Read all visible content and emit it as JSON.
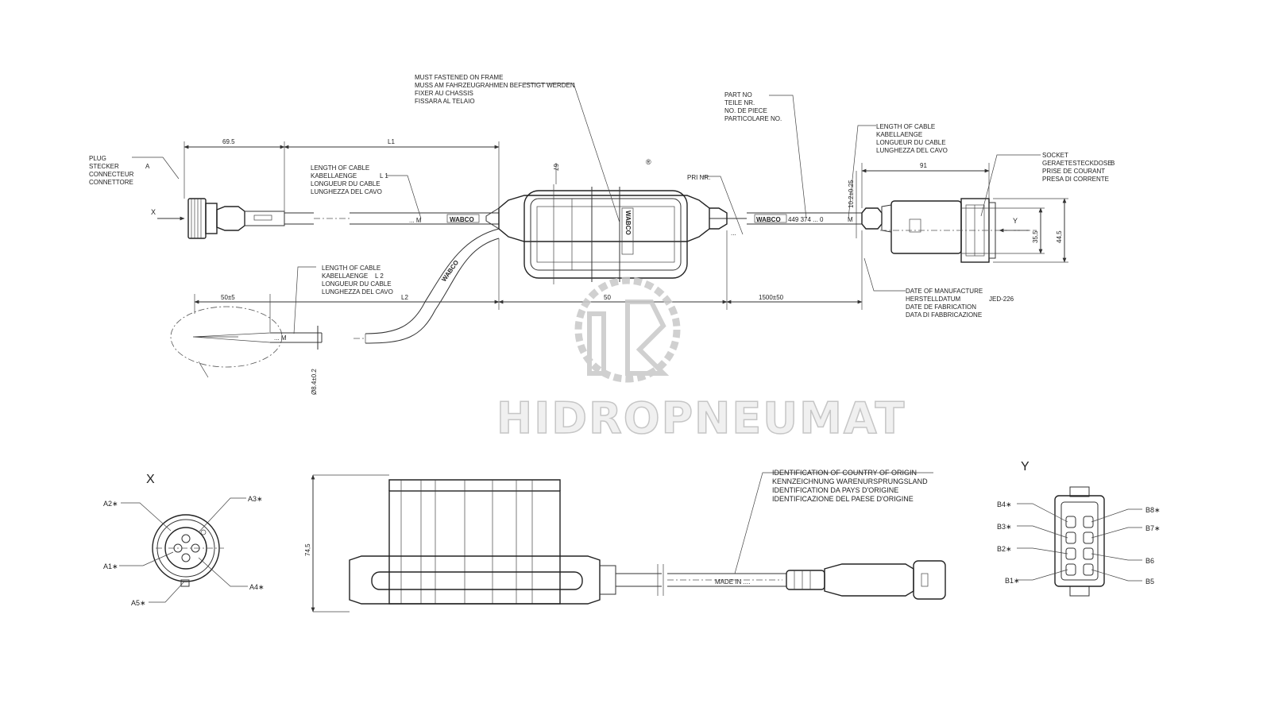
{
  "labels": {
    "plug": [
      "PLUG",
      "STECKER",
      "CONNECTEUR",
      "CONNETTORE"
    ],
    "plug_letter": "A",
    "must_fastened": [
      "MUST FASTENED ON FRAME",
      "MUSS AM FAHRZEUGRAHMEN BEFESTIGT WERDEN",
      "FIXER AU CHASSIS",
      "FISSARA AL TELAIO"
    ],
    "part_no": [
      "PART NO",
      "TEILE NR.",
      "NO. DE PIECE",
      "PARTICOLARE NO."
    ],
    "cable_length_l1": [
      "LENGTH OF CABLE",
      "KABELLAENGE",
      "LONGUEUR DU CABLE",
      "LUNGHEZZA DEL CAVO"
    ],
    "l1_tag": "L 1",
    "cable_length_l2": [
      "LENGTH OF CABLE",
      "KABELLAENGE",
      "LONGUEUR DU CABLE",
      "LUNGHEZZA DEL CAVO"
    ],
    "l2_tag": "L 2",
    "cable_length_right": [
      "LENGTH OF CABLE",
      "KABELLAENGE",
      "LONGUEUR DU CABLE",
      "LUNGHEZZA DEL CAVO"
    ],
    "socket": [
      "SOCKET",
      "GERAETESTECKDOSE",
      "PRISE DE COURANT",
      "PRESA DI CORRENTE"
    ],
    "socket_letter": "B",
    "date_manufacture": [
      "DATE OF MANUFACTURE",
      "HERSTELLDATUM",
      "DATE DE FABRICATION",
      "DATA DI FABBRICAZIONE"
    ],
    "date_code": "JED-226",
    "country_origin": [
      "IDENTIFICATION OF COUNTRY OF ORIGIN",
      "KENNZEICHNUNG WARENURSPRUNGSLAND",
      "IDENTIFICATION DA PAYS D'ORIGINE",
      "IDENTIFICAZIONE DEL PAESE D'ORIGINE"
    ],
    "made_in": "MADE IN ....",
    "pri_nr": "PRI NR.",
    "part_number_mark": "449 374 ... 0",
    "brand": "WABCO",
    "registered": "®",
    "m": "M",
    "dots_m": "... M",
    "dots": "...",
    "view_x": "X",
    "view_y": "Y",
    "arrow_x": "X",
    "arrow_y": "Y"
  },
  "dimensions": {
    "d_69_5": "69.5",
    "d_l1": "L1",
    "d_l2": "L2",
    "d_50_5": "50±5",
    "d_50": "50",
    "d_1500_50": "1500±50",
    "d_91": "91",
    "d_67": "67",
    "d_10_2": "10.2±0.25",
    "d_35_5": "35,5",
    "d_44_5": "44,5",
    "d_8_4": "Ø8.4±0.2",
    "d_74_5": "74,5"
  },
  "pins_x": [
    "A1∗",
    "A2∗",
    "A3∗",
    "A4∗",
    "A5∗"
  ],
  "pins_y_left": [
    "B4∗",
    "B3∗",
    "B2∗",
    "B1∗"
  ],
  "pins_y_right": [
    "B8∗",
    "B7∗",
    "B6",
    "B5"
  ],
  "watermark": "HIDROPNEUMAT",
  "colors": {
    "line": "#333333",
    "watermark_fill": "#eeeeee",
    "watermark_stroke": "#bdbdbd"
  }
}
